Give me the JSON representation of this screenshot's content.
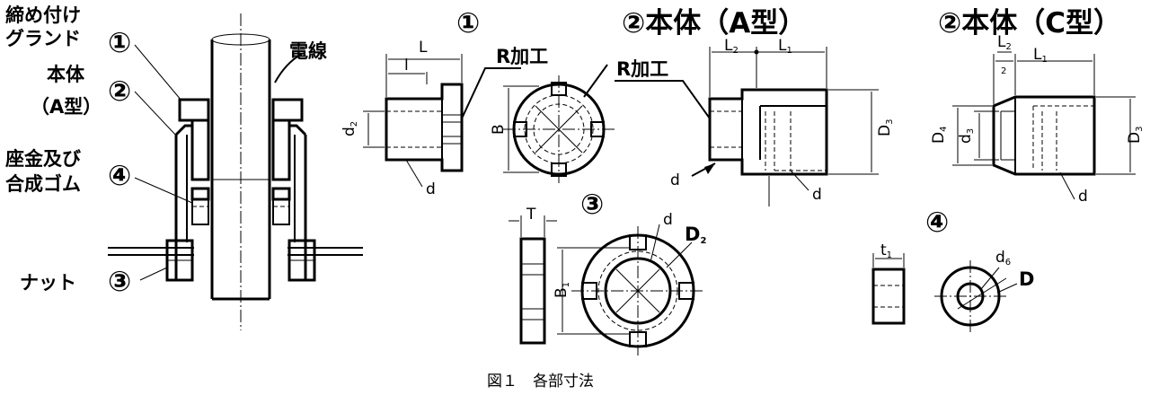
{
  "assembly": {
    "labels": {
      "gland": "締め付け",
      "gland2": "グランド",
      "body": "本体",
      "body_type": "（A型）",
      "washer": "座金及び",
      "washer2": "合成ゴム",
      "nut": "ナット",
      "wire": "電線"
    },
    "markers": {
      "m1": "①",
      "m2": "②",
      "m3": "③",
      "m4": "④"
    }
  },
  "views": {
    "gland": {
      "heading": "①",
      "L": "L",
      "l": "l",
      "d2": "d",
      "d2_sub": "2",
      "B": "B",
      "d": "d",
      "r_label": "R加工"
    },
    "body_a": {
      "heading": "②本体（A型）",
      "L2": "L",
      "L2_sub": "2",
      "L1": "L",
      "L1_sub": "1",
      "D3": "D",
      "D3_sub": "3",
      "d": "d",
      "d_right": "d",
      "r_label": "R加工"
    },
    "body_c": {
      "heading": "②本体（C型）",
      "L2": "L",
      "L2_sub": "2",
      "over": "2",
      "L1": "L",
      "L1_sub": "1",
      "D4": "D",
      "D4_sub": "4",
      "d3": "d",
      "d3_sub": "3",
      "D3": "D",
      "D3_sub": "3",
      "d": "d"
    },
    "nut": {
      "heading": "③",
      "T": "T",
      "B1": "B",
      "B1_sub": "1",
      "d": "d",
      "D2": "D",
      "D2_sub": "2"
    },
    "washer": {
      "heading": "④",
      "t1": "t",
      "t1_sub": "1",
      "d6": "d",
      "d6_sub": "6",
      "D": "D"
    }
  },
  "caption": "図１　各部寸法"
}
